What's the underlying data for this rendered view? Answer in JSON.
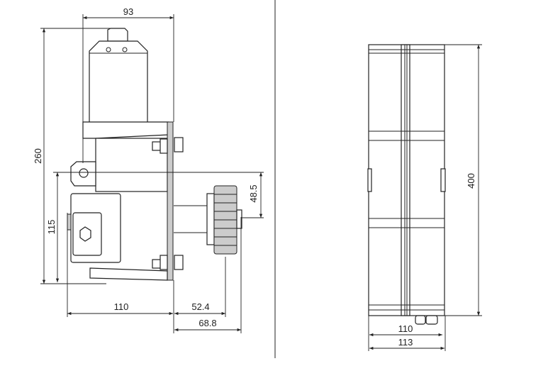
{
  "side_view": {
    "dim_width": "93",
    "dim_height": "260",
    "dim_axis_height": "115",
    "dim_axis_offset": "48.5",
    "dim_depth": "110",
    "dim_gear": "52.4",
    "dim_gear_total": "68.8"
  },
  "front_view": {
    "dim_height": "400",
    "dim_inner_width": "110",
    "dim_outer_width": "113"
  }
}
